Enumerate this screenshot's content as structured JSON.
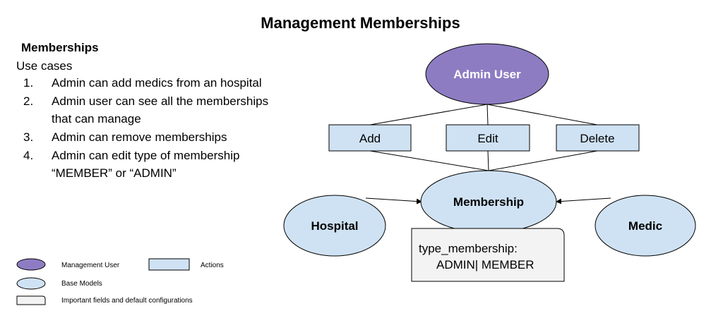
{
  "title": "Management Memberships",
  "section": {
    "title": "Memberships",
    "heading": "Use cases",
    "items": [
      {
        "num": "1.",
        "text": "Admin can add medics from an hospital"
      },
      {
        "num": "2.",
        "text": "Admin user can see all the memberships that can manage"
      },
      {
        "num": "3.",
        "text": "Admin can remove memberships"
      },
      {
        "num": "4.",
        "text": "Admin can edit type of membership “MEMBER” or “ADMIN”"
      }
    ]
  },
  "diagram": {
    "admin_user": "Admin User",
    "actions": [
      "Add",
      "Edit",
      "Delete"
    ],
    "membership": "Membership",
    "hospital": "Hospital",
    "medic": "Medic",
    "note_line1": "type_membership:",
    "note_line2": "ADMIN| MEMBER"
  },
  "legend": {
    "management_user": "Management User",
    "actions": "Actions",
    "base_models": "Base Models",
    "important_fields": "Important fields and default configurations"
  },
  "colors": {
    "management_user_fill": "#8e7cc3",
    "base_fill": "#cfe2f3",
    "note_fill": "#f3f3f3",
    "stroke": "#000000"
  }
}
